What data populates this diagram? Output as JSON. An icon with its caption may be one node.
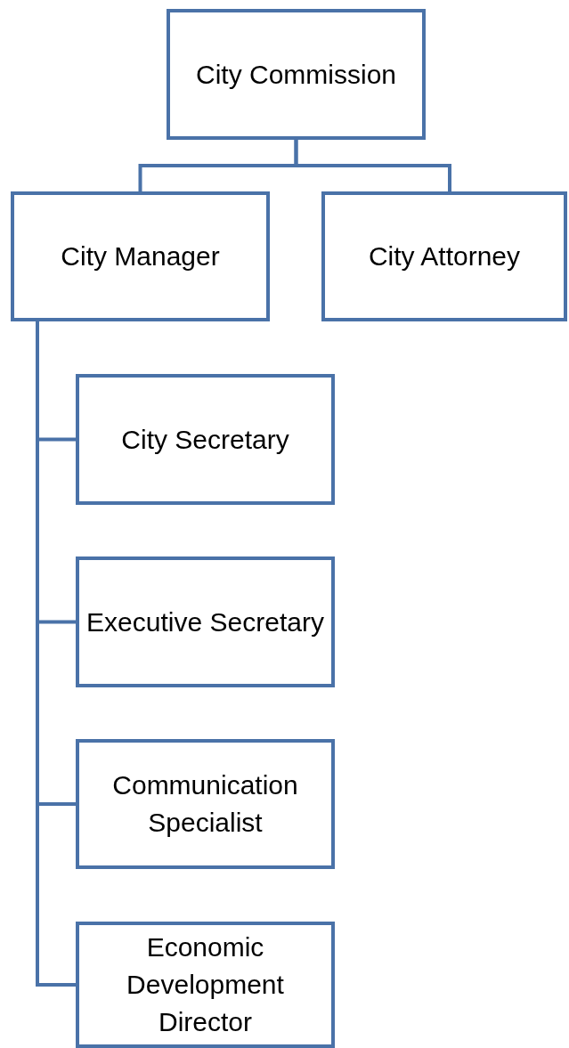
{
  "diagram": {
    "nodes": [
      {
        "text": [
          "City Commission"
        ]
      },
      {
        "text": [
          "City Manager"
        ]
      },
      {
        "text": [
          "City Attorney"
        ]
      },
      {
        "text": [
          "City Secretary"
        ]
      },
      {
        "text": [
          "Executive Secretary"
        ]
      },
      {
        "text": [
          "Communication Specialist"
        ]
      },
      {
        "text": [
          "Economic Development Director"
        ]
      }
    ],
    "edges": [
      {
        "from": 0,
        "to": 1,
        "arrow": "none"
      },
      {
        "from": 0,
        "to": 2,
        "arrow": "none"
      },
      {
        "from": 1,
        "to": 3,
        "arrow": "none"
      },
      {
        "from": 1,
        "to": 4,
        "arrow": "none"
      },
      {
        "from": 1,
        "to": 5,
        "arrow": "none"
      },
      {
        "from": 1,
        "to": 6,
        "arrow": "none"
      }
    ]
  }
}
